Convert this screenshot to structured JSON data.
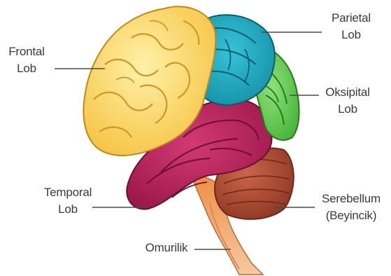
{
  "labels": {
    "frontal": {
      "line1": "Frontal",
      "line2": "Lob"
    },
    "parietal": {
      "line1": "Parietal",
      "line2": "Lob"
    },
    "oksipital": {
      "line1": "Oksipital",
      "line2": "Lob"
    },
    "temporal": {
      "line1": "Temporal",
      "line2": "Lob"
    },
    "serebellum": {
      "line1": "Serebellum",
      "line2": "(Beyincik)"
    },
    "omurilik": {
      "line1": "Omurilik"
    }
  },
  "colors": {
    "frontal": "#f8cf55",
    "parietal": "#1fa6bd",
    "oksipital": "#63c84c",
    "temporal": "#b8225a",
    "cerebellum": "#a8482e",
    "brainstem": "#e98a46",
    "spinal_cord": "#f1b98a",
    "leader_line": "#4a4a4a"
  }
}
